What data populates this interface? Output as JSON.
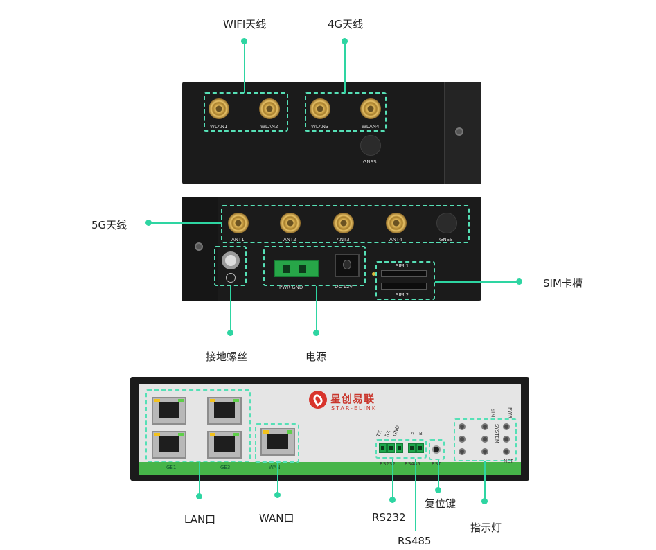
{
  "callouts": {
    "wifi": "WIFI天线",
    "lte4g": "4G天线",
    "nr5g": "5G天线",
    "sim_slot": "SIM卡槽",
    "ground_screw": "接地螺丝",
    "power": "电源",
    "lan": "LAN口",
    "wan": "WAN口",
    "rs232": "RS232",
    "rs485": "RS485",
    "reset_key": "复位键",
    "indicator": "指示灯"
  },
  "top_panel": {
    "ports": [
      "WLAN1",
      "WLAN2",
      "WLAN3",
      "WLAN4"
    ],
    "gnss": "GNSS"
  },
  "middle_panel": {
    "ports": [
      "ANT1",
      "ANT2",
      "ANT3",
      "ANT4",
      "GNSS"
    ],
    "pwr_gnd": "PWR  GND",
    "dc": "DC 12V",
    "sim1": "SIM 1",
    "sim2": "SIM 2"
  },
  "front_panel": {
    "brand_cn": "星创易联",
    "brand_en": "STAR-ELINK",
    "ge1": "GE1",
    "ge3": "GE3",
    "wan": "WAN",
    "serial_labels": [
      "TX",
      "RX",
      "GND",
      "A",
      "B"
    ],
    "rs232": "RS232",
    "rs485": "RS485",
    "rst": "RST",
    "led_labels": [
      "SIM",
      "SYSTEM",
      "PWR",
      "NET"
    ]
  },
  "colors": {
    "accent": "#2ed5a2",
    "panel": "#1b1b1b",
    "face": "#e5e5e5",
    "stripe": "#46b549"
  }
}
